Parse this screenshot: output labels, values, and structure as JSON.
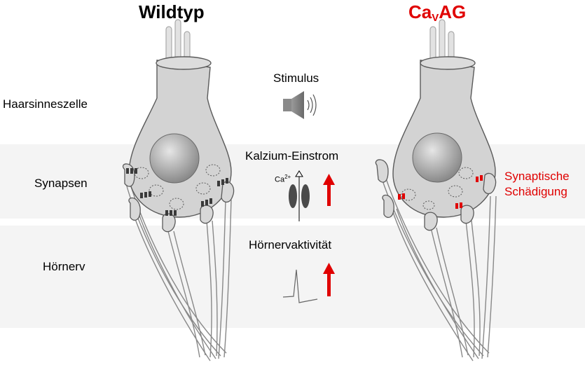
{
  "titles": {
    "left": "Wildtyp",
    "right_main": "Ca",
    "right_sub": "V",
    "right_end": "AG"
  },
  "row_labels": {
    "cell": "Haarsinneszelle",
    "synapses": "Synapsen",
    "nerve": "Hörnerv"
  },
  "center": {
    "stimulus": "Stimulus",
    "calcium": "Kalzium-Einstrom",
    "ca_ion": "Ca",
    "ca_charge": "2+",
    "nerve_activity": "Hörnervaktivität"
  },
  "annotation": {
    "line1": "Synaptische",
    "line2": "Schädigung"
  },
  "colors": {
    "accent_red": "#e00000",
    "cell_fill": "#d3d3d3",
    "outline": "#5a5a5a",
    "channel_normal": "#3a3a3a",
    "band": "#f4f4f4"
  },
  "icons": [
    "speaker-icon",
    "calcium-channel-icon",
    "action-potential-icon",
    "up-arrow-icon"
  ]
}
